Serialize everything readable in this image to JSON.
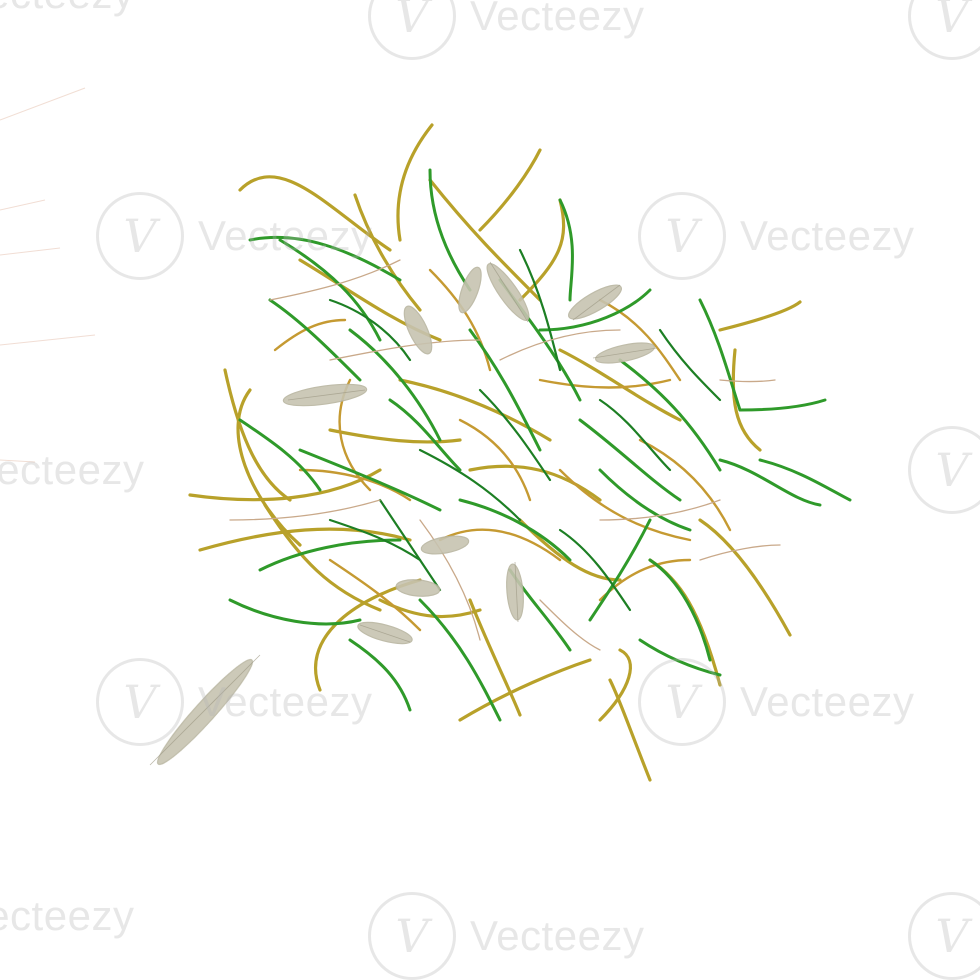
{
  "image": {
    "subject": "tangled tuft of green and yellow grass blades with feathery seed heads",
    "background": "#ffffff",
    "colors": {
      "green_blade": "#2f9a2a",
      "dark_green_blade": "#1d7f24",
      "yellow_blade": "#b8a12a",
      "ochre_blade": "#c59a32",
      "seed_head": "#b8b5a0"
    }
  },
  "watermark": {
    "brand": "Vecteezy",
    "logo_glyph": "V"
  }
}
